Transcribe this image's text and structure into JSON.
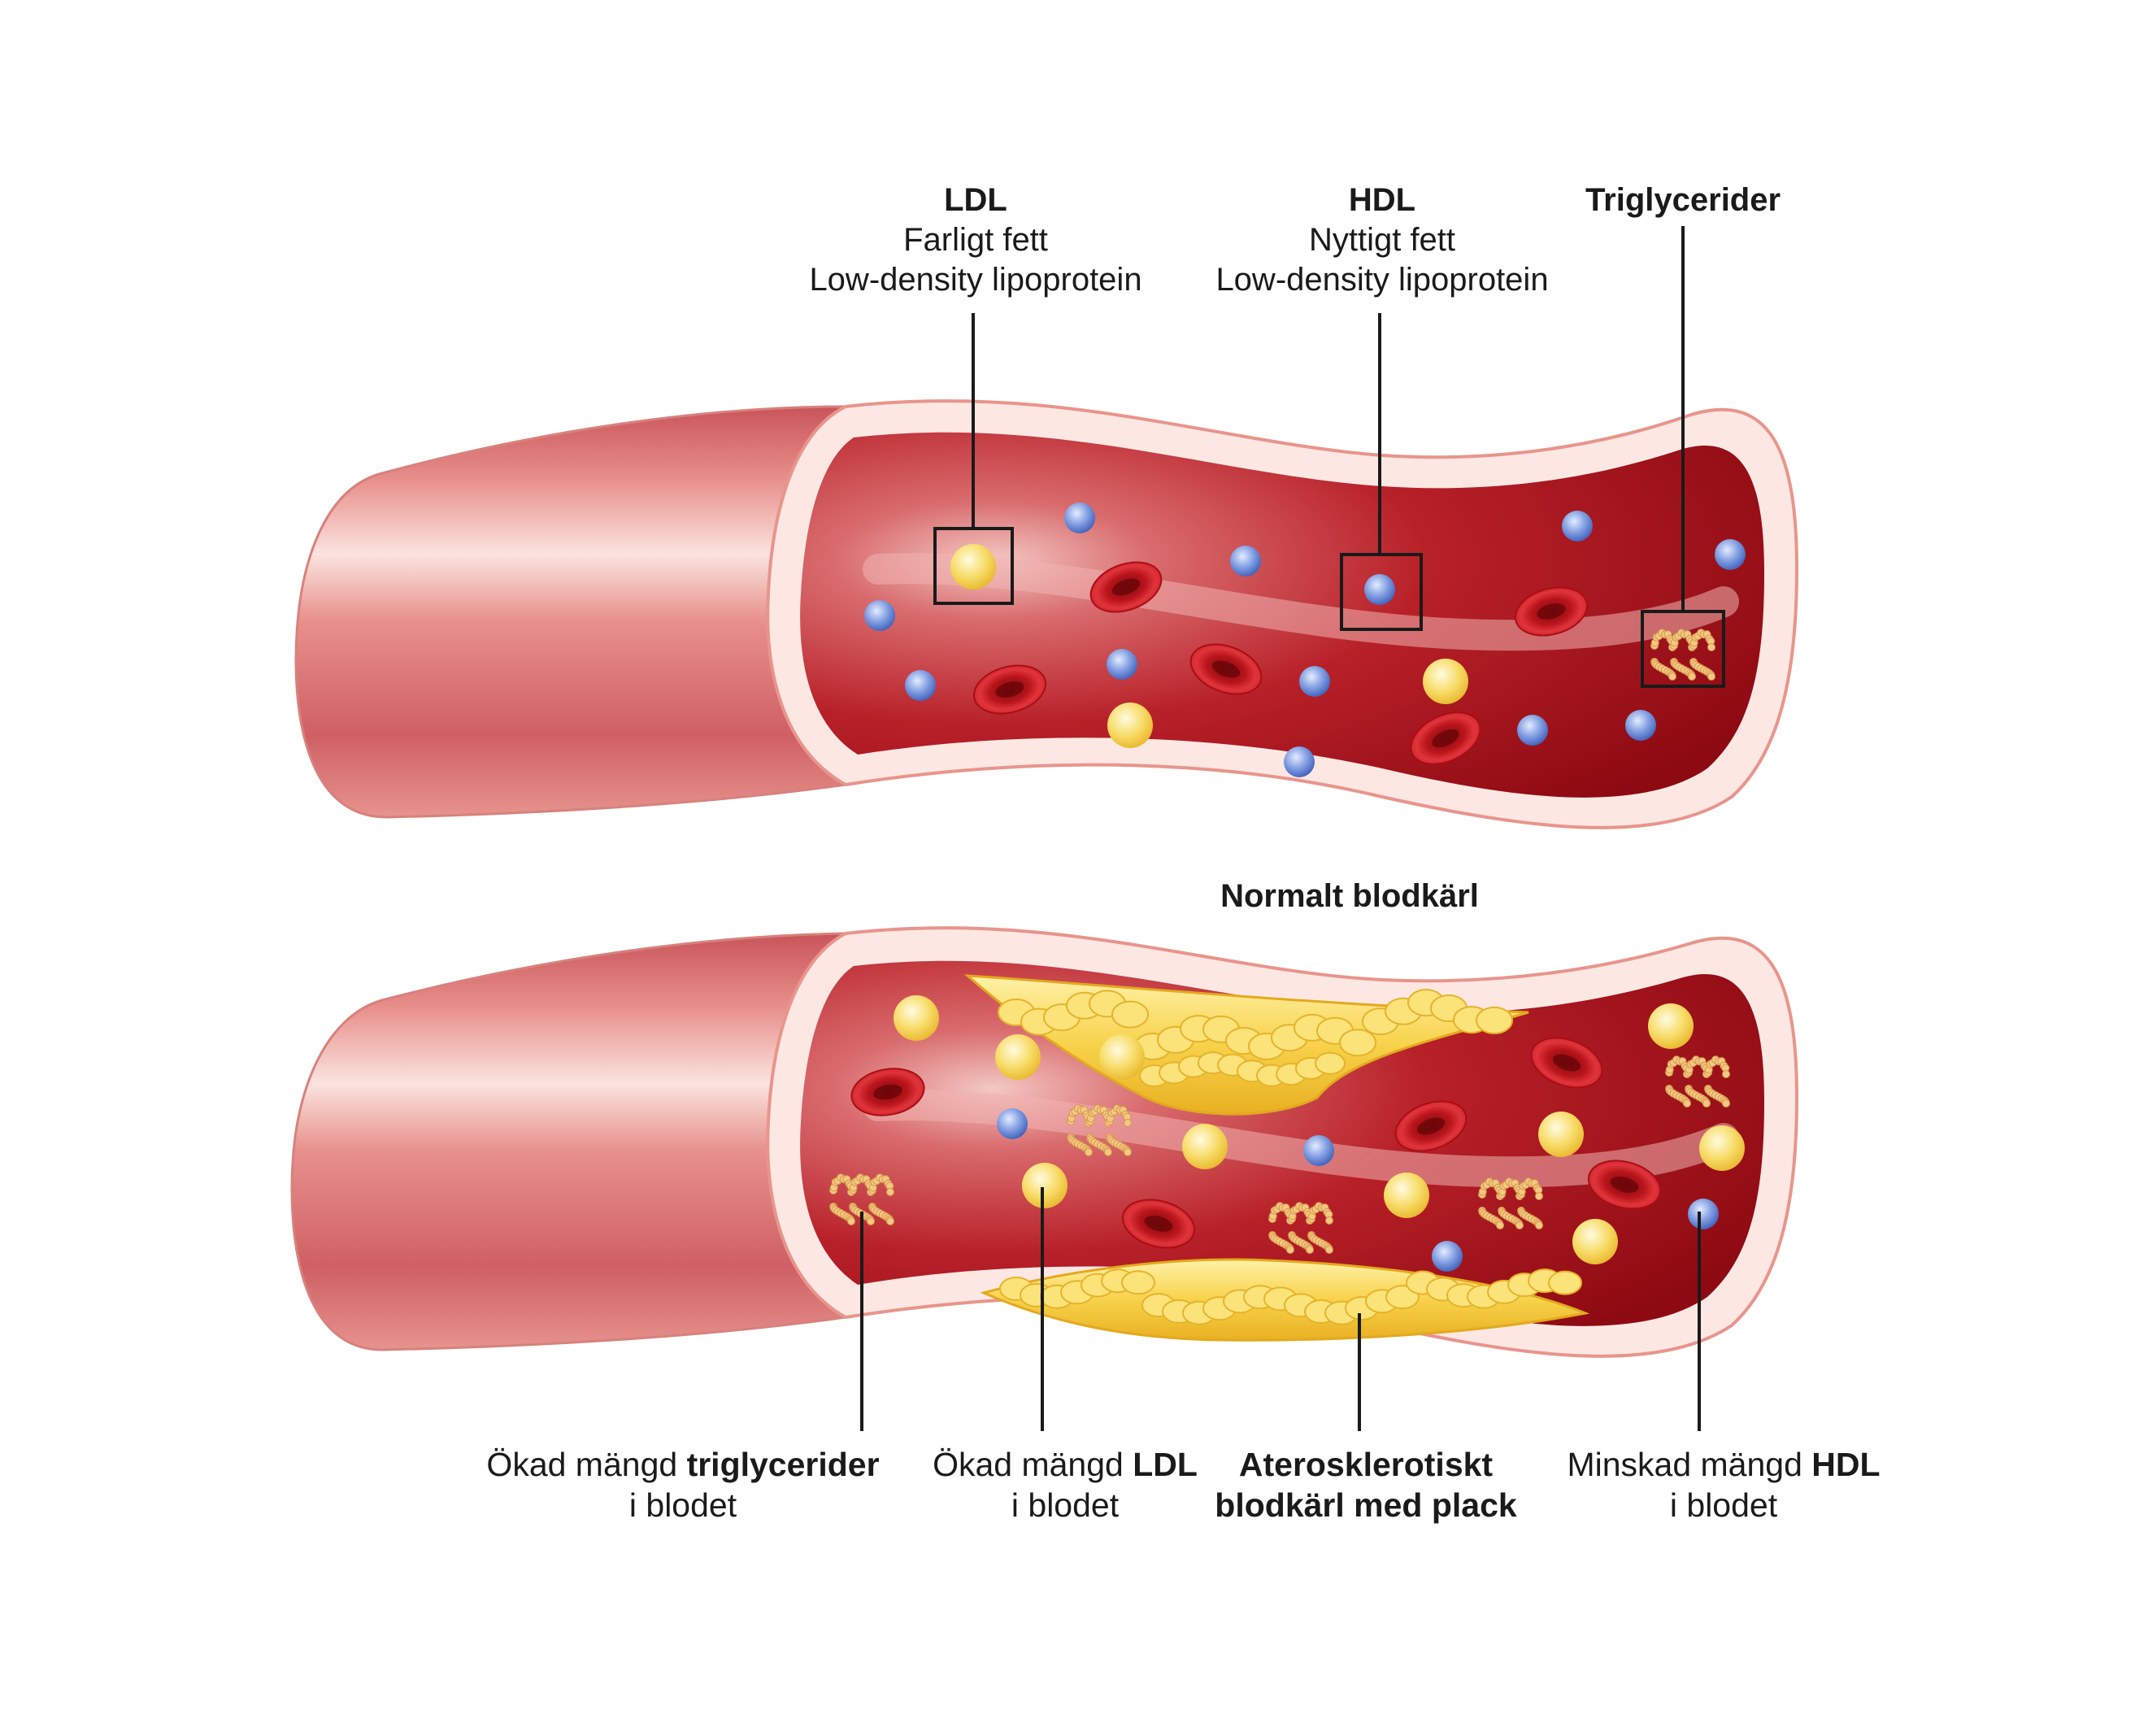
{
  "top_labels": {
    "ldl": {
      "title": "LDL",
      "line1": "Farligt fett",
      "line2": "Low-density lipoprotein"
    },
    "hdl": {
      "title": "HDL",
      "line1": "Nyttigt fett",
      "line2": "Low-density lipoprotein"
    },
    "trig": {
      "title": "Triglycerider"
    }
  },
  "caption_normal": "Normalt blodkärl",
  "bottom_labels": {
    "trig": {
      "prefix": "Ökad mängd ",
      "bold": "triglycerider",
      "line2": "i blodet"
    },
    "ldl": {
      "prefix": "Ökad mängd ",
      "bold": "LDL",
      "line2": "i blodet"
    },
    "plaque": {
      "line1": "Aterosklerotiskt",
      "line2": "blodkärl med plack"
    },
    "hdl": {
      "prefix": "Minskad mängd ",
      "bold": "HDL",
      "line2": "i blodet"
    }
  },
  "colors": {
    "vessel_outer": "#e8958c",
    "vessel_wall": "#fde7e3",
    "lumen": "#b3121a",
    "red_cell": "#d8242b",
    "ldl_particle": "#f6d45a",
    "hdl_particle": "#5a7fd0",
    "plaque": "#f5c83a",
    "leader_line": "#1a1a1a"
  },
  "icons": [
    "red-blood-cell-icon",
    "ldl-particle-icon",
    "hdl-particle-icon",
    "triglyceride-icon",
    "plaque-icon"
  ]
}
